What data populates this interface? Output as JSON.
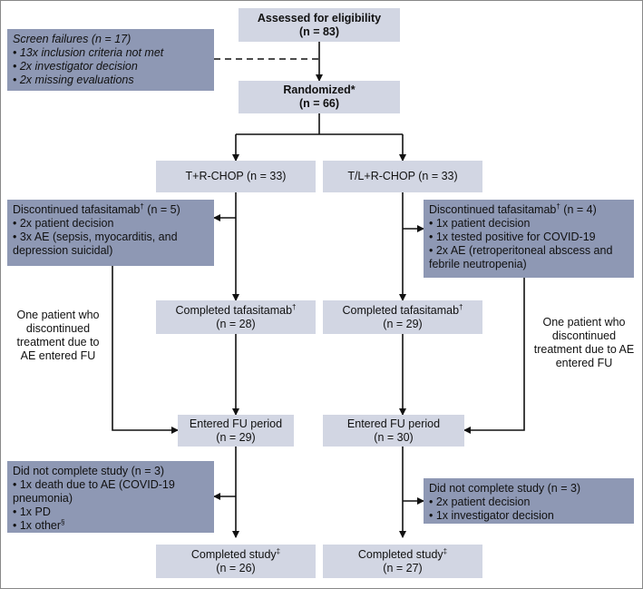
{
  "eligibility": {
    "title": "Assessed for eligibility",
    "n": "(n = 83)"
  },
  "screen_failures": {
    "title": "Screen failures (n = 17)",
    "items": [
      "13x inclusion criteria not met",
      "2x investigator decision",
      "2x missing evaluations"
    ]
  },
  "randomized": {
    "title": "Randomized*",
    "n": "(n = 66)"
  },
  "arm_left": {
    "name": "T+R-CHOP (n = 33)",
    "discontinued": {
      "title": "Discontinued tafasitamab",
      "title_mark": "†",
      "title_n": " (n = 5)",
      "items": [
        "2x patient decision",
        "3x AE (sepsis, myocarditis, and depression suicidal)"
      ]
    },
    "fu_note": "One patient who discontinued treatment due to AE entered FU",
    "completed_tafasitamab": {
      "label": "Completed tafasitamab",
      "mark": "†",
      "n": "(n = 28)"
    },
    "entered_fu": {
      "label": "Entered FU period",
      "n": "(n = 29)"
    },
    "not_complete": {
      "title": "Did not complete study (n = 3)",
      "items": [
        "1x death due to AE (COVID-19 pneumonia)",
        "1x PD",
        "1x other"
      ],
      "last_mark": "§"
    },
    "completed_study": {
      "label": "Completed study",
      "mark": "‡",
      "n": "(n = 26)"
    }
  },
  "arm_right": {
    "name": "T/L+R-CHOP (n = 33)",
    "discontinued": {
      "title": "Discontinued tafasitamab",
      "title_mark": "†",
      "title_n": " (n = 4)",
      "items": [
        "1x patient decision",
        "1x tested positive for COVID-19",
        "2x AE (retroperitoneal abscess and febrile neutropenia)"
      ]
    },
    "fu_note": "One patient who discontinued treatment due to AE entered FU",
    "completed_tafasitamab": {
      "label": "Completed tafasitamab",
      "mark": "†",
      "n": "(n = 29)"
    },
    "entered_fu": {
      "label": "Entered FU period",
      "n": "(n = 30)"
    },
    "not_complete": {
      "title": "Did not complete study (n = 3)",
      "items": [
        "2x patient decision",
        "1x investigator decision"
      ]
    },
    "completed_study": {
      "label": "Completed study",
      "mark": "‡",
      "n": "(n = 27)"
    }
  },
  "colors": {
    "light_box": "#d2d6e3",
    "dark_box": "#8e98b4",
    "line": "#111111"
  }
}
